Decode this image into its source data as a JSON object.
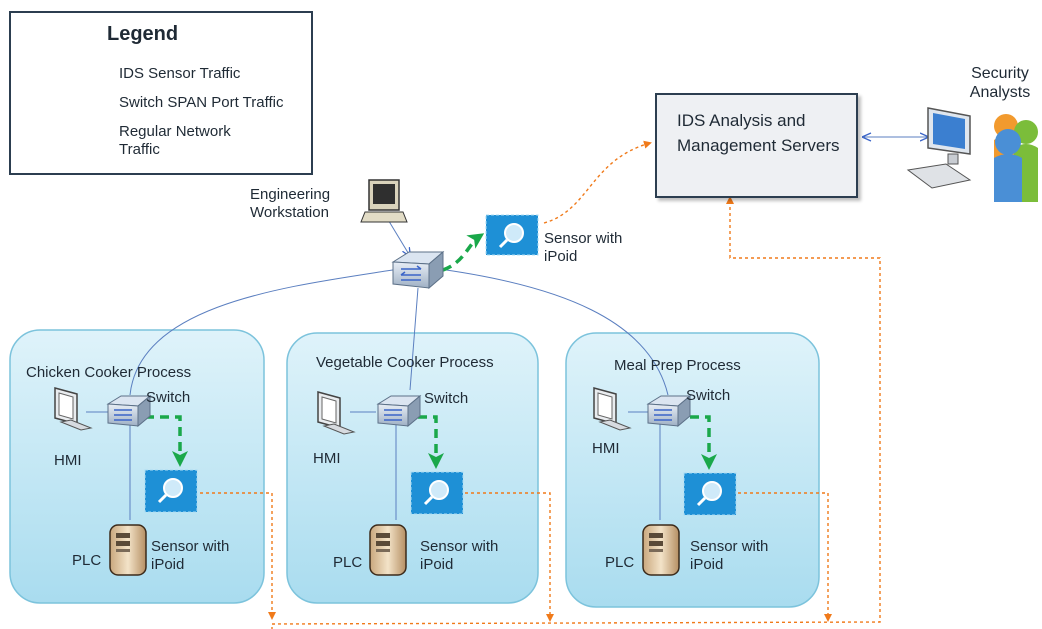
{
  "legend": {
    "title": "Legend",
    "ids_sensor_traffic": "IDS Sensor Traffic",
    "switch_span_traffic": "Switch SPAN Port Traffic",
    "regular_traffic": "Regular Network Traffic"
  },
  "ids_server": {
    "label": "IDS Analysis and Management Servers"
  },
  "security_analysts": {
    "label": "Security Analysts"
  },
  "engineering_workstation": {
    "label": "Engineering Workstation"
  },
  "top_sensor": {
    "label": "Sensor with iPoid"
  },
  "zones": [
    {
      "title": "Chicken Cooker Process",
      "switch": "Switch",
      "hmi": "HMI",
      "plc": "PLC",
      "sensor": "Sensor with iPoid"
    },
    {
      "title": "Vegetable Cooker Process",
      "switch": "Switch",
      "hmi": "HMI",
      "plc": "PLC",
      "sensor": "Sensor with iPoid"
    },
    {
      "title": "Meal Prep Process",
      "switch": "Switch",
      "hmi": "HMI",
      "plc": "PLC",
      "sensor": "Sensor with iPoid"
    }
  ],
  "colors": {
    "ids_traffic": "#f07a1a",
    "span_traffic": "#1aa84a",
    "regular_traffic": "#3a64c8",
    "zone_fill": "#bfe7f3",
    "zone_stroke": "#7cc3dc",
    "sensor_fill": "#1e90d6"
  }
}
